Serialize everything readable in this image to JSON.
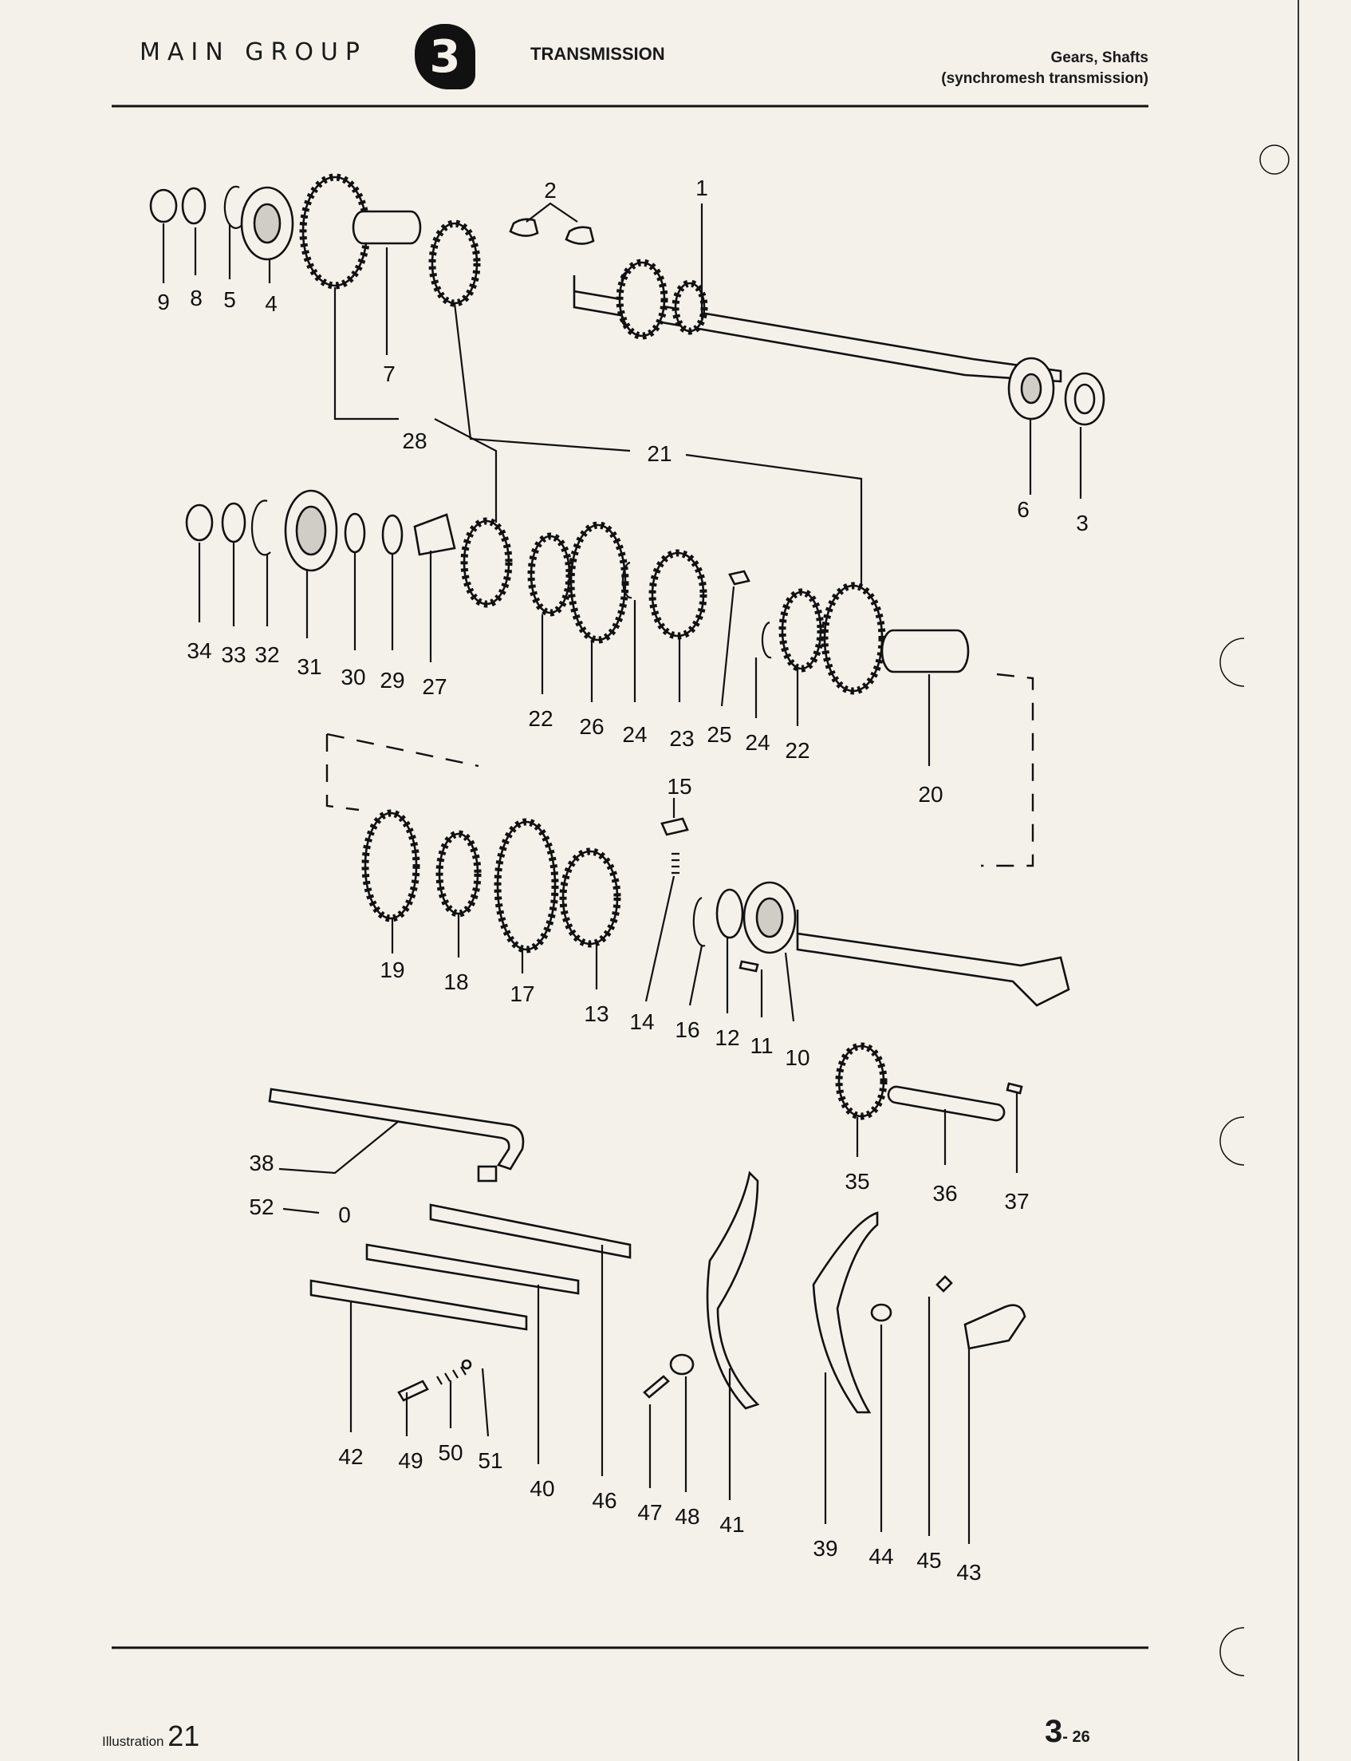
{
  "header": {
    "main_group": "MAIN GROUP",
    "group_number": "3",
    "section": "TRANSMISSION",
    "subtitle_line1": "Gears, Shafts",
    "subtitle_line2": "(synchromesh transmission)"
  },
  "footer": {
    "illustration_prefix": "Illustration",
    "illustration_number": "21",
    "page_main": "3",
    "page_sub": "- 26"
  },
  "callouts": [
    "1",
    "2",
    "3",
    "4",
    "5",
    "6",
    "7",
    "8",
    "9",
    "10",
    "11",
    "12",
    "13",
    "14",
    "15",
    "16",
    "17",
    "18",
    "19",
    "20",
    "21",
    "22",
    "22",
    "23",
    "24",
    "24",
    "25",
    "26",
    "27",
    "28",
    "29",
    "30",
    "31",
    "32",
    "33",
    "34",
    "35",
    "36",
    "37",
    "38",
    "39",
    "40",
    "41",
    "42",
    "43",
    "44",
    "45",
    "46",
    "47",
    "48",
    "49",
    "50",
    "51",
    "52"
  ],
  "loose_part_mark": "0",
  "colors": {
    "ink": "#111111",
    "paper": "#f3f1ea"
  }
}
